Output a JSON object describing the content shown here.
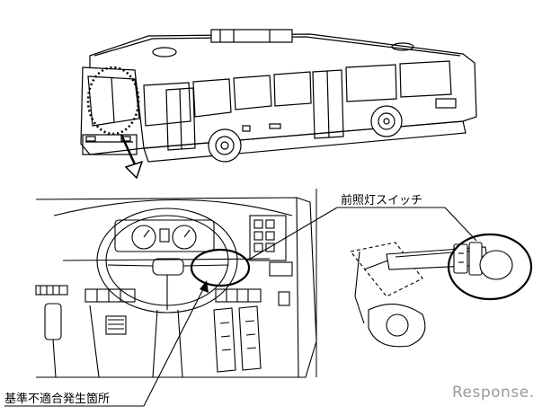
{
  "labels": {
    "headlight_switch": "前照灯スイッチ",
    "defect_location": "基準不適合発生箇所"
  },
  "watermark": {
    "text": "Response."
  },
  "colors": {
    "line": "#000000",
    "watermark": "#9a9a9a",
    "background": "#ffffff"
  }
}
